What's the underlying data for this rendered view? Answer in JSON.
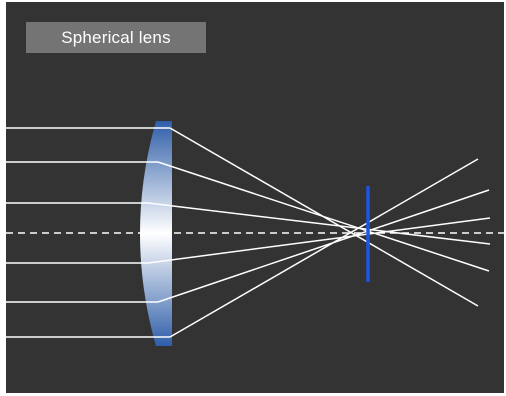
{
  "diagram": {
    "title": "Spherical lens",
    "colors": {
      "background": "#333333",
      "ray": "#ffffff",
      "axis": "#ffffff",
      "lens_edge": "#2f5ea8",
      "lens_center": "#ffffff",
      "focal_marker": "#1a56e6"
    },
    "elements": [
      "spherical-lens",
      "parallel-incident-rays",
      "refracted-rays",
      "optical-axis",
      "focal-plane-marker"
    ]
  }
}
